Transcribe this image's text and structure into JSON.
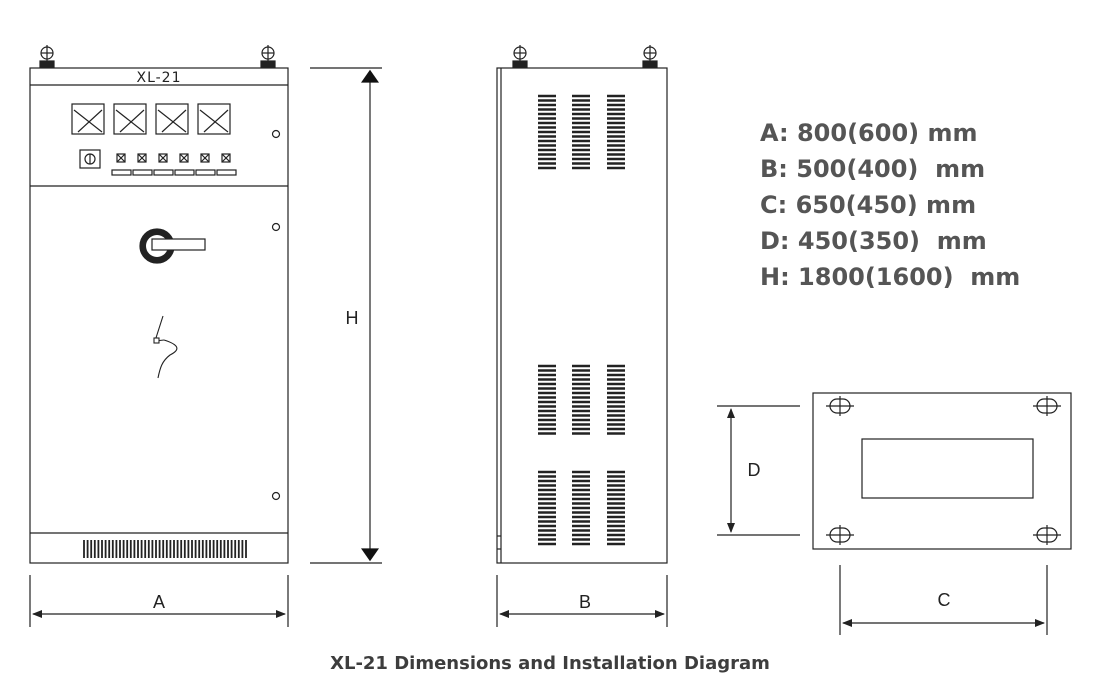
{
  "front_view": {
    "nameplate": "XL-21",
    "height_label": "H",
    "width_label": "A"
  },
  "side_view": {
    "depth_label": "B"
  },
  "base_view": {
    "depth_label": "D",
    "width_label": "C"
  },
  "specs": [
    "A: 800(600) mm",
    "B: 500(400)  mm",
    "C: 650(450) mm",
    "D: 450(350)  mm",
    "H: 1800(1600)  mm"
  ],
  "caption": "XL-21 Dimensions and Installation Diagram"
}
